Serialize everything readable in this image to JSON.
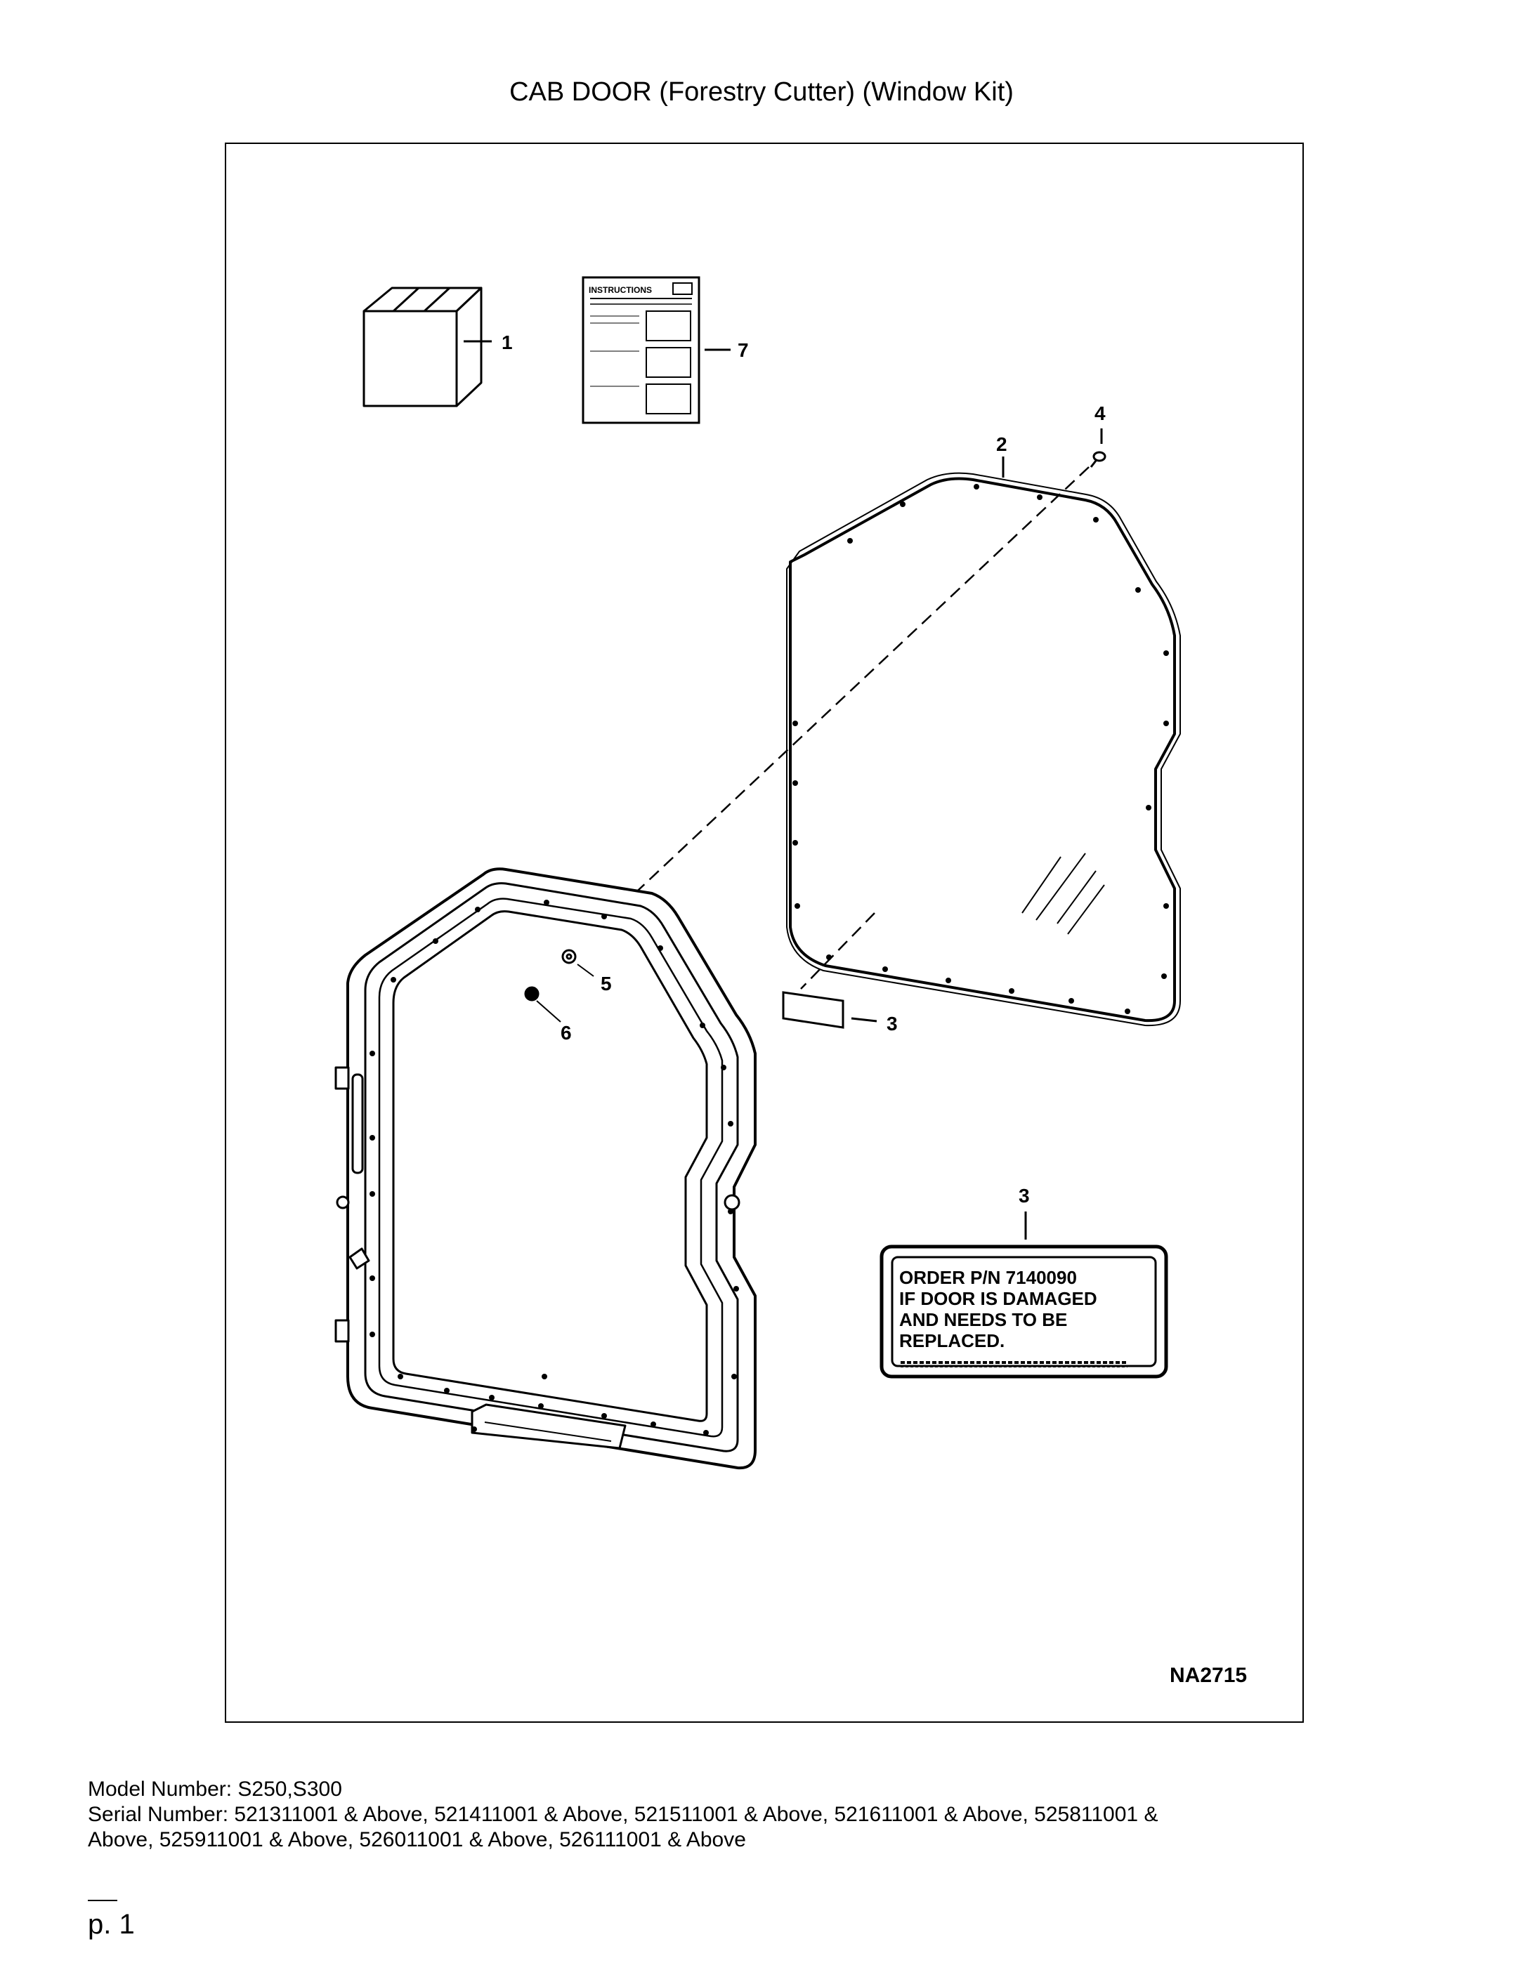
{
  "title": "CAB DOOR (Forestry Cutter) (Window Kit)",
  "diagram": {
    "figure_id": "NA2715",
    "callouts": {
      "box": "1",
      "window": "2",
      "decal_on_window": "3",
      "decal_detail": "3",
      "fastener": "4",
      "washer": "5",
      "nut": "6",
      "instructions": "7"
    },
    "instructions_sheet_label": "INSTRUCTIONS",
    "decal_lines": [
      "ORDER P/N 7140090",
      "IF DOOR IS DAMAGED",
      "AND NEEDS TO BE",
      "REPLACED."
    ]
  },
  "footer": {
    "model_line": "Model Number: S250,S300",
    "serial_line_1": "Serial Number: 521311001 & Above, 521411001 & Above, 521511001 & Above, 521611001 & Above, 525811001 &",
    "serial_line_2": "Above, 525911001 & Above, 526011001 & Above, 526111001 & Above"
  },
  "page_number": "p. 1"
}
